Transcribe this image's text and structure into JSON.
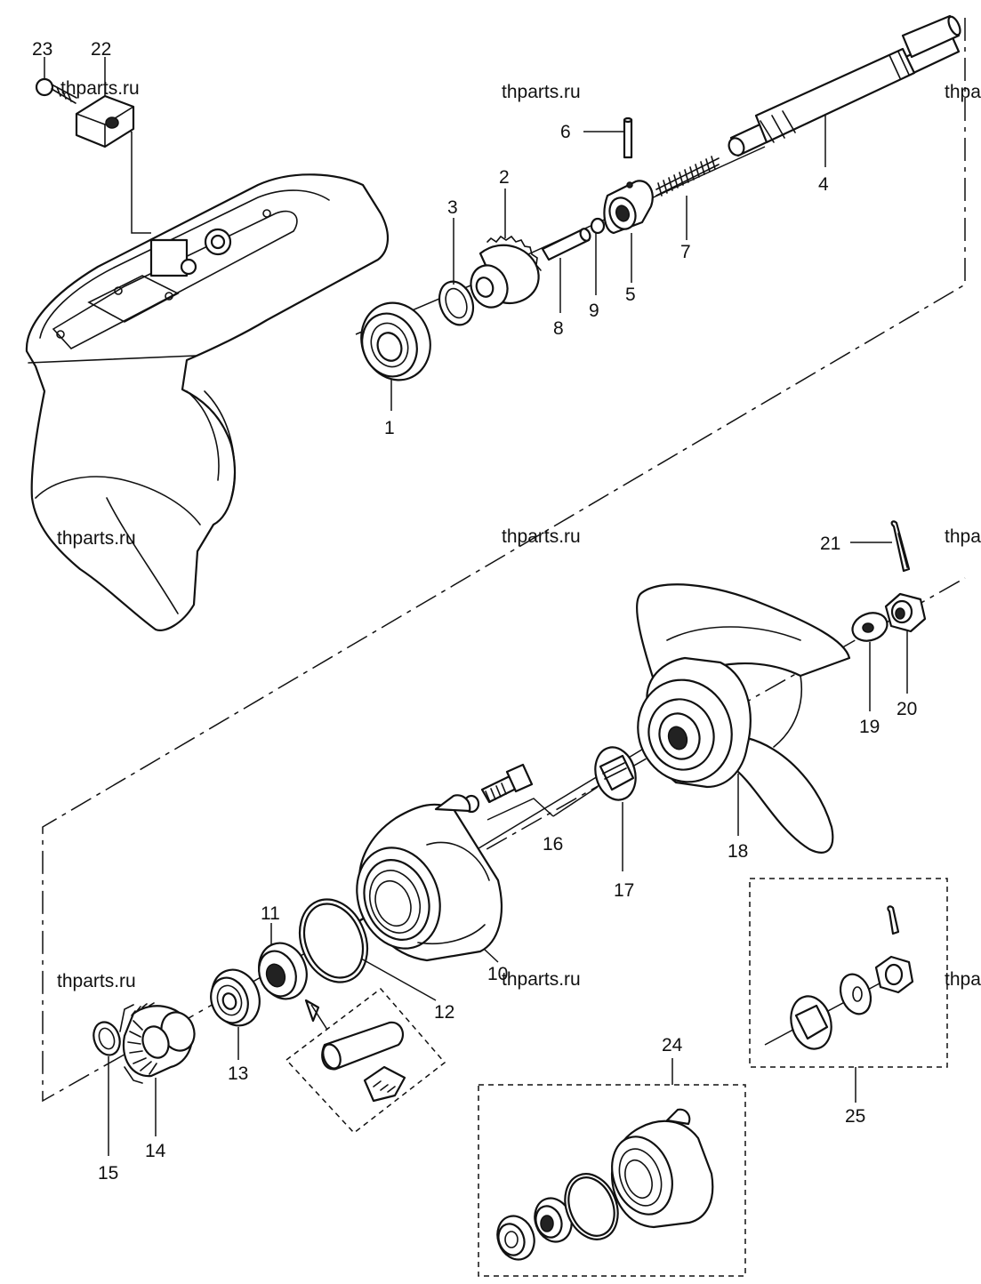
{
  "watermark": "thparts.ru",
  "callouts": {
    "c1": "1",
    "c2": "2",
    "c3": "3",
    "c4": "4",
    "c5": "5",
    "c6": "6",
    "c7": "7",
    "c8": "8",
    "c9": "9",
    "c10": "10",
    "c11": "11",
    "c12": "12",
    "c13": "13",
    "c14": "14",
    "c15": "15",
    "c16": "16",
    "c17": "17",
    "c18": "18",
    "c19": "19",
    "c20": "20",
    "c21": "21",
    "c22": "22",
    "c23": "23",
    "c24": "24",
    "c25": "25"
  }
}
